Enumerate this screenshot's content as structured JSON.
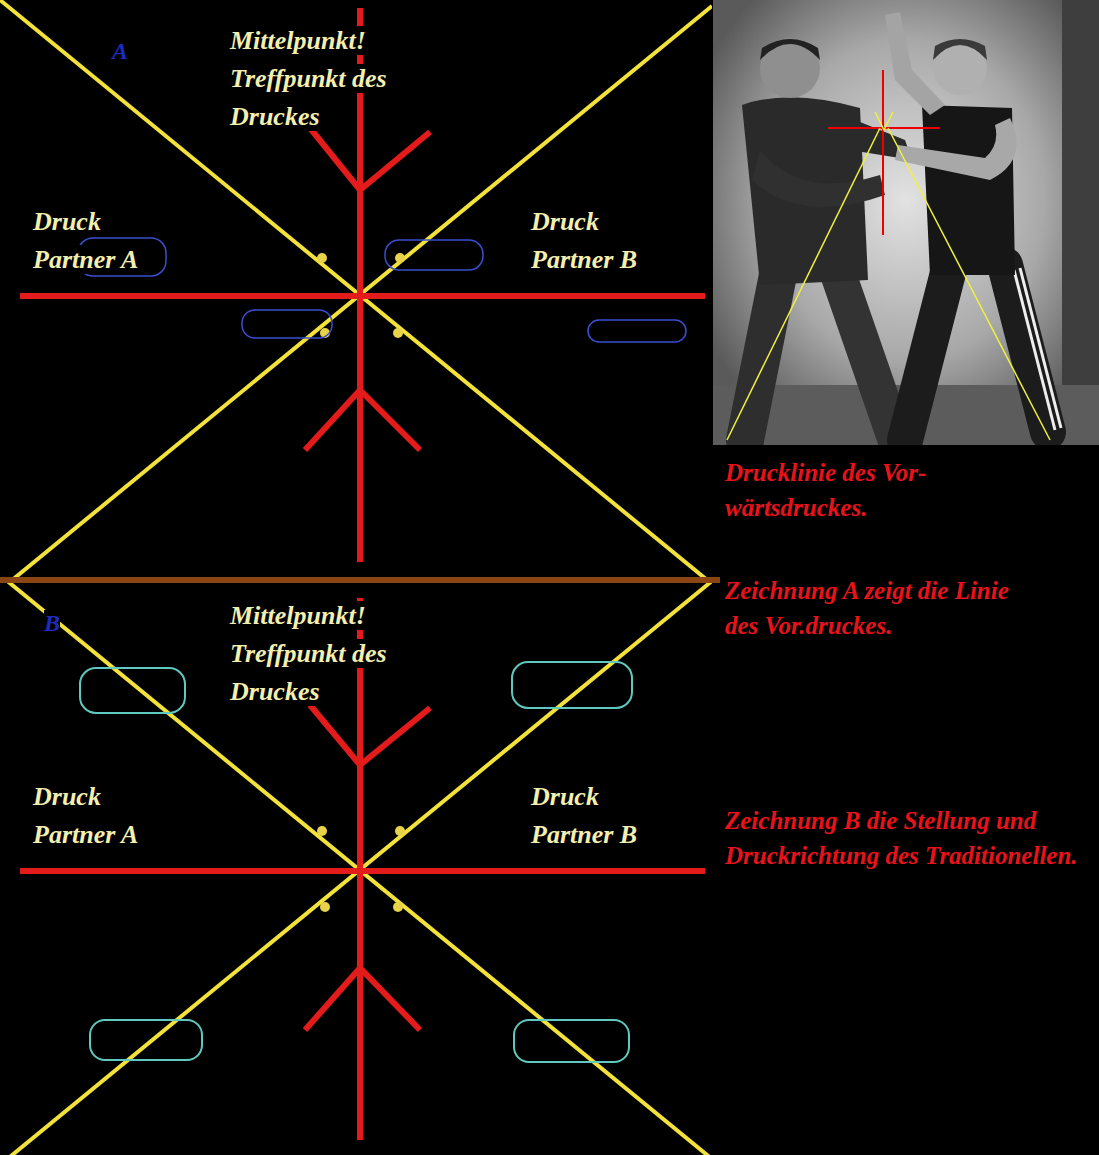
{
  "diagram": {
    "labels": [
      "A",
      "Mittelpunkt! Treffpunkt des Druckes",
      "Druck Partner A",
      "Druck Partner B",
      "B",
      "Mittelpunkt! Treffpunkt des Druckes",
      "Druck Partner A",
      "Druck Partner B",
      "Drucklinie des Vor- wärtsdruckes.",
      "Zeichnung A zeigt die Linie des Vor.druckes.",
      "Zeichnung B die Stellung und Druckrichtung des Traditionellen."
    ]
  }
}
